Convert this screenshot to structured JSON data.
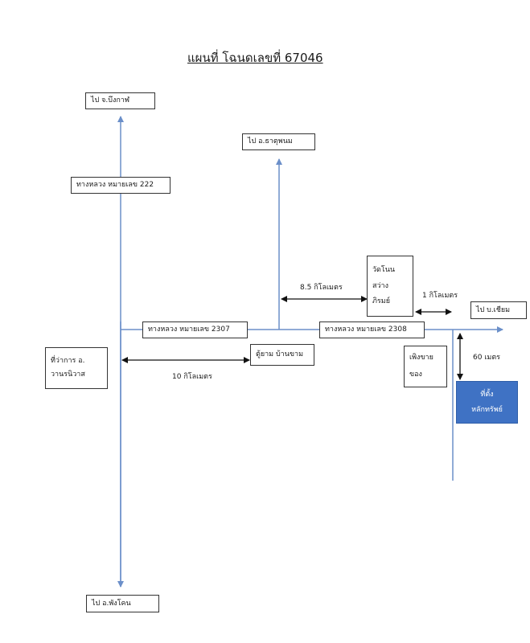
{
  "title": "แผนที่ โฉนดเลขที่ 67046",
  "colors": {
    "road": "#6b8fc9",
    "dimension": "#111111",
    "target": "#3f72c4"
  },
  "labels": {
    "to_bueng_kan": "ไป จ.บึงกาฬ",
    "to_that_phanom": "ไป อ.ธาตุพนม",
    "highway_222": "ทางหลวง หมายเลข 222",
    "highway_2307": "ทางหลวง หมายเลข 2307",
    "highway_2308": "ทางหลวง หมายเลข 2308",
    "district_office_line1": "ที่ว่าการ อ.",
    "district_office_line2": "วานรนิวาส",
    "checkpoint": "ตู้ยาม บ้านขาม",
    "temple_line1": "วัดโนน",
    "temple_line2": "สว่าง",
    "temple_line3": "ภิรมย์",
    "to_chiam": "ไป บ.เชียม",
    "shop_line1": "เพิงขาย",
    "shop_line2": "ของ",
    "to_phang_khon": "ไป อ.พังโคน",
    "property_line1": "ที่ตั้ง",
    "property_line2": "หลักทรัพย์"
  },
  "distances": {
    "d10": "10 กิโลเมตร",
    "d85": "8.5 กิโลเมตร",
    "d1": "1 กิโลเมตร",
    "d60": "60 เมตร"
  }
}
